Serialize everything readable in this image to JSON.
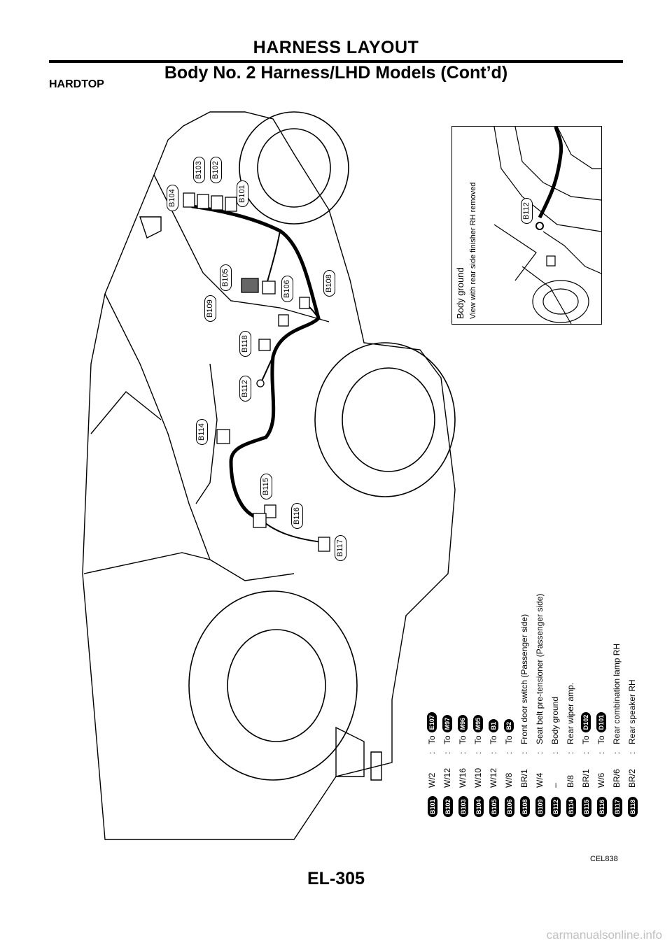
{
  "header": {
    "title": "HARNESS LAYOUT",
    "subtitle": "Body No. 2 Harness/LHD Models (Cont’d)"
  },
  "section_label": "HARDTOP",
  "inset": {
    "title": "Body ground",
    "caption": "View with rear side finisher RH removed",
    "tag": "B112"
  },
  "diagram_tags": [
    "B104",
    "B103",
    "B102",
    "B101",
    "B105",
    "B106",
    "B108",
    "B109",
    "B118",
    "B112",
    "B114",
    "B115",
    "B116",
    "B117"
  ],
  "legend": [
    {
      "code": "B101",
      "wire": "W/2",
      "prefix": "To",
      "target": "E107",
      "desc": ""
    },
    {
      "code": "B102",
      "wire": "W/12",
      "prefix": "To",
      "target": "M97",
      "desc": ""
    },
    {
      "code": "B103",
      "wire": "W/16",
      "prefix": "To",
      "target": "M96",
      "desc": ""
    },
    {
      "code": "B104",
      "wire": "W/10",
      "prefix": "To",
      "target": "M95",
      "desc": ""
    },
    {
      "code": "B105",
      "wire": "W/12",
      "prefix": "To",
      "target": "B1",
      "desc": ""
    },
    {
      "code": "B106",
      "wire": "W/8",
      "prefix": "To",
      "target": "B2",
      "desc": ""
    },
    {
      "code": "B108",
      "wire": "BR/1",
      "prefix": "",
      "target": "",
      "desc": "Front door switch (Passenger side)"
    },
    {
      "code": "B109",
      "wire": "W/4",
      "prefix": "",
      "target": "",
      "desc": "Seat belt pre-tensioner (Passenger side)"
    },
    {
      "code": "B112",
      "wire": "–",
      "prefix": "",
      "target": "",
      "desc": "Body ground"
    },
    {
      "code": "B114",
      "wire": "B/8",
      "prefix": "",
      "target": "",
      "desc": "Rear wiper amp."
    },
    {
      "code": "B115",
      "wire": "BR/1",
      "prefix": "To",
      "target": "D102",
      "desc": ""
    },
    {
      "code": "B116",
      "wire": "W/6",
      "prefix": "To",
      "target": "D101",
      "desc": ""
    },
    {
      "code": "B117",
      "wire": "BR/6",
      "prefix": "",
      "target": "",
      "desc": "Rear combination lamp RH"
    },
    {
      "code": "B118",
      "wire": "BR/2",
      "prefix": "",
      "target": "",
      "desc": "Rear speaker RH"
    }
  ],
  "figure_code": "CEL838",
  "page_number": "EL-305",
  "watermark": "carmanualsonline.info"
}
